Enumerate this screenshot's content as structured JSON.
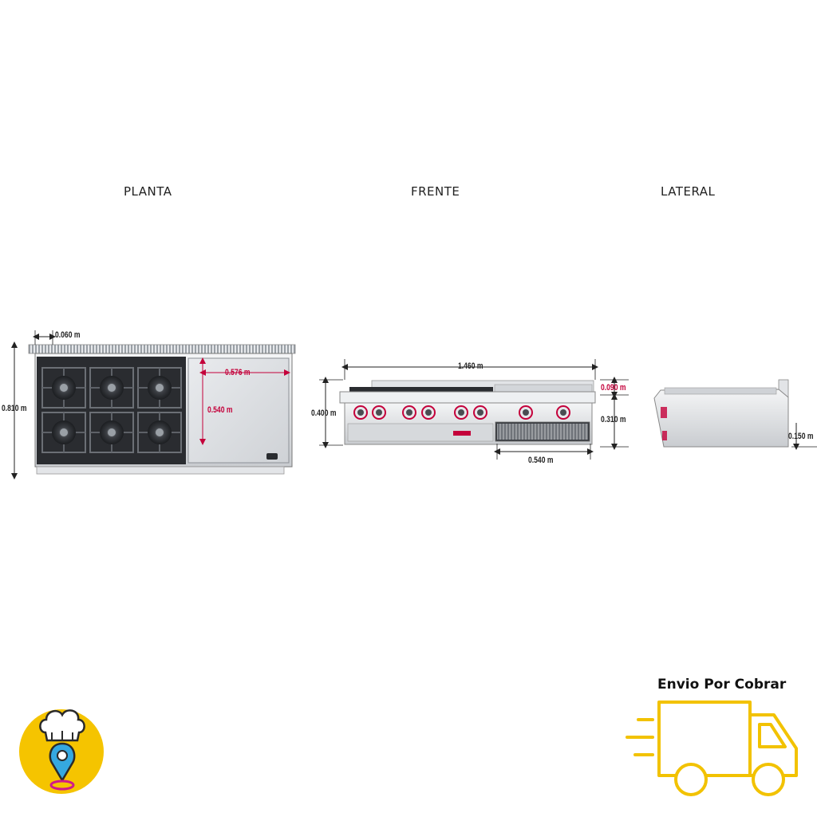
{
  "views": {
    "planta": "PLANTA",
    "frente": "FRENTE",
    "lateral": "LATERAL"
  },
  "dimensions": {
    "planta_rear_gap": "0.060 m",
    "planta_depth": "0.810 m",
    "planta_griddle_width": "0.576 m",
    "planta_griddle_depth": "0.540 m",
    "frente_width": "1.460 m",
    "frente_height": "0.400 m",
    "frente_broiler_width": "0.540 m",
    "frente_backsplash": "0.090 m",
    "frente_body_height": "0.310 m",
    "lateral_leg": "0.150 m"
  },
  "badge": {
    "text": "Envio Por Cobrar"
  },
  "colors": {
    "dimension_red": "#c4003a",
    "badge_yellow": "#f5c400",
    "truck_yellow": "#f2c200",
    "steel": "#c9ccd0"
  },
  "icons": {
    "logo": "chef-hat-location-pin-icon",
    "truck": "delivery-truck-icon"
  }
}
